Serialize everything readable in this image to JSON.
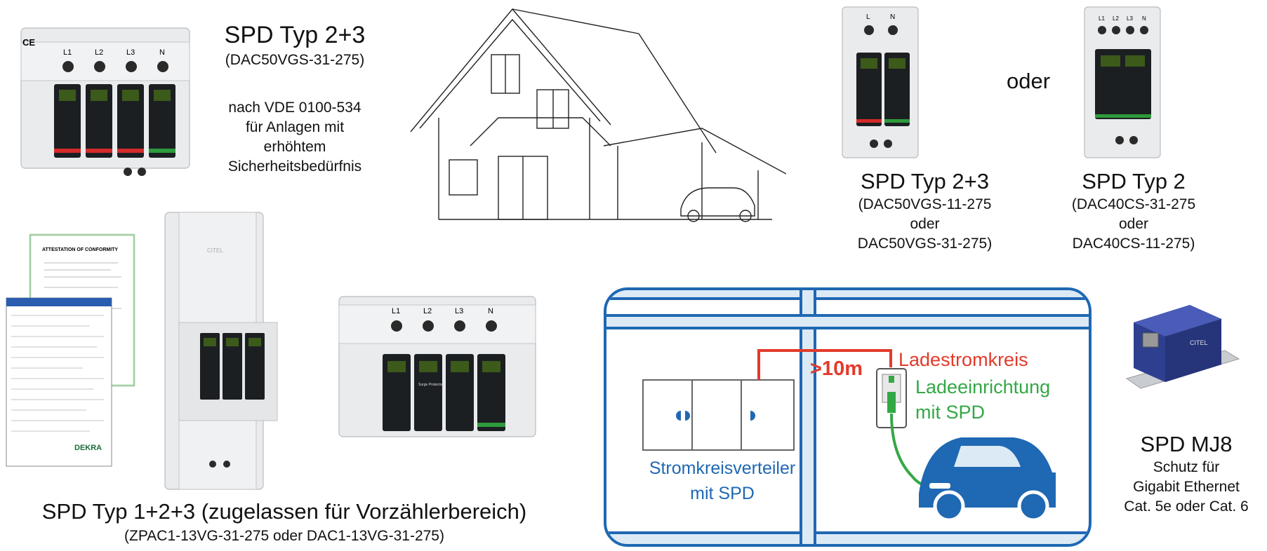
{
  "top_left": {
    "title": "SPD Typ 2+3",
    "model": "(DAC50VGS-31-275)",
    "note_lines": [
      "nach VDE 0100-534",
      "für Anlagen mit",
      "erhöhtem",
      "Sicherheitsbedürfnis"
    ],
    "terminal_labels": [
      "L1",
      "L2",
      "L3",
      "N"
    ]
  },
  "top_right": {
    "or_text": "oder",
    "left_product": {
      "title": "SPD Typ 2+3",
      "lines": [
        "(DAC50VGS-11-275",
        "oder",
        "DAC50VGS-31-275)"
      ],
      "terminal_labels": [
        "L",
        "N"
      ]
    },
    "right_product": {
      "title": "SPD Typ 2",
      "lines": [
        "(DAC40CS-31-275",
        "oder",
        "DAC40CS-11-275)"
      ],
      "terminal_labels": [
        "L1",
        "L2",
        "L3",
        "N"
      ]
    }
  },
  "bottom_left": {
    "title": "SPD Typ 1+2+3 (zugelassen für Vorzählerbereich)",
    "model": "(ZPAC1-13VG-31-275 oder DAC1-13VG-31-275)",
    "certificate_heading": "ATTESTATION OF CONFORMITY",
    "certificate_brand": "DEKRA",
    "citel_brand": "CITEL",
    "terminal_labels": [
      "L1",
      "L2",
      "L3",
      "N"
    ],
    "module_text": "Surge Protector"
  },
  "diagram": {
    "distance": ">10m",
    "circuit_label": "Ladestromkreis",
    "charger_lines": [
      "Ladeeinrichtung",
      "mit SPD"
    ],
    "distributor_lines": [
      "Stromkreisverteiler",
      "mit SPD"
    ],
    "colors": {
      "frame": "#1f68b3",
      "fill": "#dceaf6",
      "red": "#e33a2a",
      "green": "#33a845",
      "blue_text": "#1f68b3"
    }
  },
  "bottom_right": {
    "title": "SPD MJ8",
    "lines": [
      "Schutz für",
      "Gigabit Ethernet",
      "Cat. 5e oder Cat. 6"
    ],
    "brand": "CITEL"
  }
}
